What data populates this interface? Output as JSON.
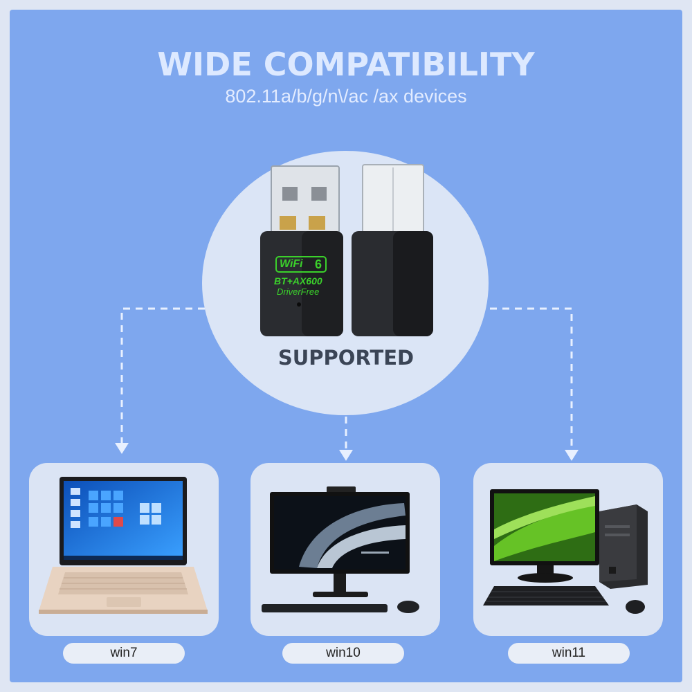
{
  "header": {
    "title": "WIDE COMPATIBILITY",
    "subtitle": "802.11a/b/g/n\\/ac /ax devices"
  },
  "center": {
    "label": "SUPPORTED",
    "dongle_print": {
      "badge_left": "WiFi",
      "badge_right": "6",
      "line1": "BT+AX600",
      "line2": "DriverFree"
    }
  },
  "devices": [
    {
      "label": "win7",
      "icon": "laptop-icon"
    },
    {
      "label": "win10",
      "icon": "monitor-icon"
    },
    {
      "label": "win11",
      "icon": "desktop-tower-icon"
    }
  ],
  "colors": {
    "background": "#7ea7ee",
    "circle": "#dbe5f6",
    "card": "#dbe4f4",
    "accent_green": "#3bd12b"
  }
}
